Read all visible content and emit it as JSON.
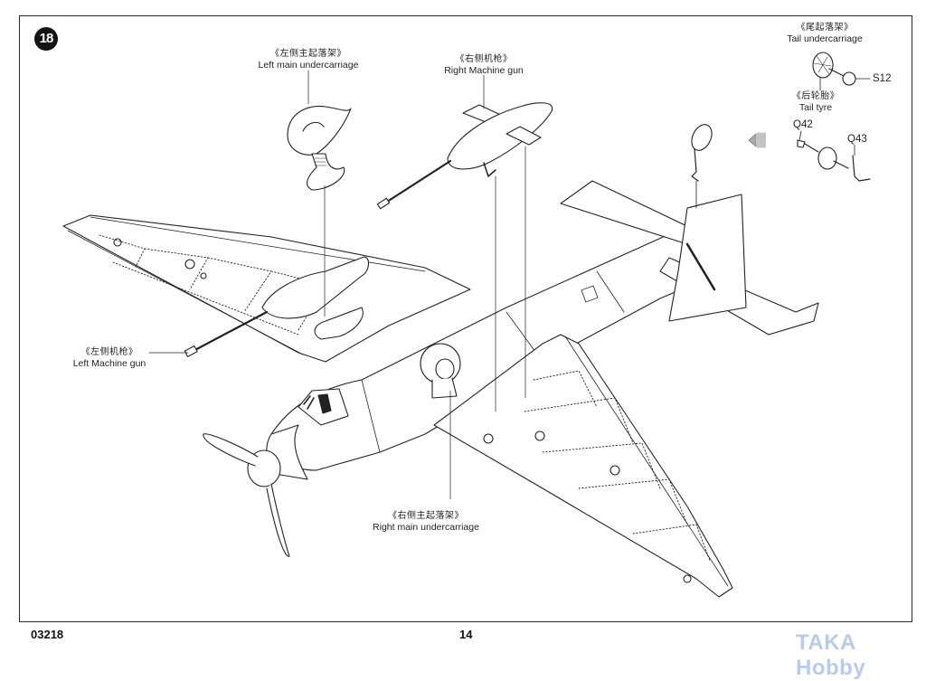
{
  "page": {
    "step_number": "18",
    "kit_code": "03218",
    "page_number": "14",
    "watermark": "TAKA Hobby"
  },
  "callouts": {
    "left_main_undercarriage": {
      "cn": "《左侧主起落架》",
      "en": "Left main undercarriage"
    },
    "right_machine_gun": {
      "cn": "《右侧机枪》",
      "en": "Right Machine gun"
    },
    "left_machine_gun": {
      "cn": "《左侧机枪》",
      "en": "Left Machine gun"
    },
    "right_main_undercarriage": {
      "cn": "《右侧主起落架》",
      "en": "Right main undercarriage"
    },
    "tail_undercarriage": {
      "cn": "《尾起落架》",
      "en": "Tail undercarriage"
    },
    "tail_tyre": {
      "cn": "《后轮胎》",
      "en": "Tail tyre"
    }
  },
  "parts": {
    "s12": "S12",
    "q42": "Q42",
    "q43": "Q43"
  },
  "icons": {
    "step_badge": "numbered-circle",
    "direction_arrow": "left-arrow"
  },
  "colors": {
    "line_art": "#222222",
    "watermark": "#b9cbe8",
    "badge": "#141414"
  }
}
